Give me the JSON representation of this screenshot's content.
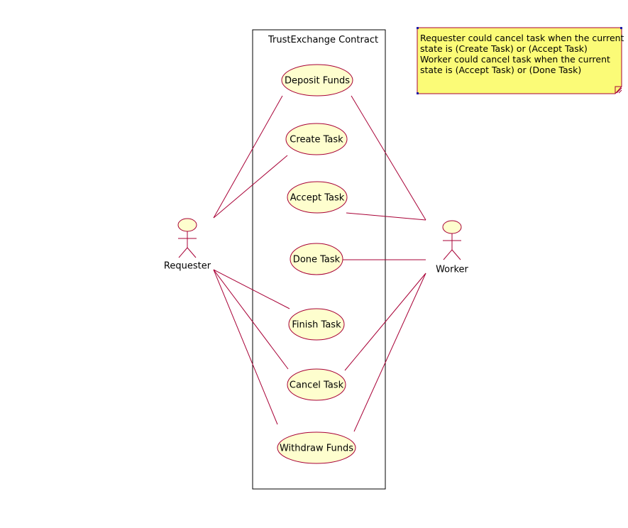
{
  "system": {
    "title": "TrustExchange Contract"
  },
  "actors": [
    {
      "id": "requester",
      "label": "Requester"
    },
    {
      "id": "worker",
      "label": "Worker"
    }
  ],
  "use_cases": [
    {
      "id": "deposit-funds",
      "label": "Deposit Funds"
    },
    {
      "id": "create-task",
      "label": "Create Task"
    },
    {
      "id": "accept-task",
      "label": "Accept Task"
    },
    {
      "id": "done-task",
      "label": "Done Task"
    },
    {
      "id": "finish-task",
      "label": "Finish Task"
    },
    {
      "id": "cancel-task",
      "label": "Cancel Task"
    },
    {
      "id": "withdraw-funds",
      "label": "Withdraw Funds"
    }
  ],
  "associations": [
    {
      "actor": "requester",
      "use_case": "deposit-funds"
    },
    {
      "actor": "requester",
      "use_case": "create-task"
    },
    {
      "actor": "requester",
      "use_case": "finish-task"
    },
    {
      "actor": "requester",
      "use_case": "cancel-task"
    },
    {
      "actor": "requester",
      "use_case": "withdraw-funds"
    },
    {
      "actor": "worker",
      "use_case": "deposit-funds"
    },
    {
      "actor": "worker",
      "use_case": "accept-task"
    },
    {
      "actor": "worker",
      "use_case": "done-task"
    },
    {
      "actor": "worker",
      "use_case": "cancel-task"
    },
    {
      "actor": "worker",
      "use_case": "withdraw-funds"
    }
  ],
  "note": {
    "lines": [
      " Requester could cancel task when the current",
      "state is (Create Task) or (Accept Task)",
      " Worker could cancel task when the current",
      "state is (Accept Task) or (Done Task)"
    ]
  },
  "colors": {
    "line": "#a80036",
    "use_case_fill": "#fefece",
    "note_fill": "#fbfb77",
    "boundary": "#000000"
  }
}
